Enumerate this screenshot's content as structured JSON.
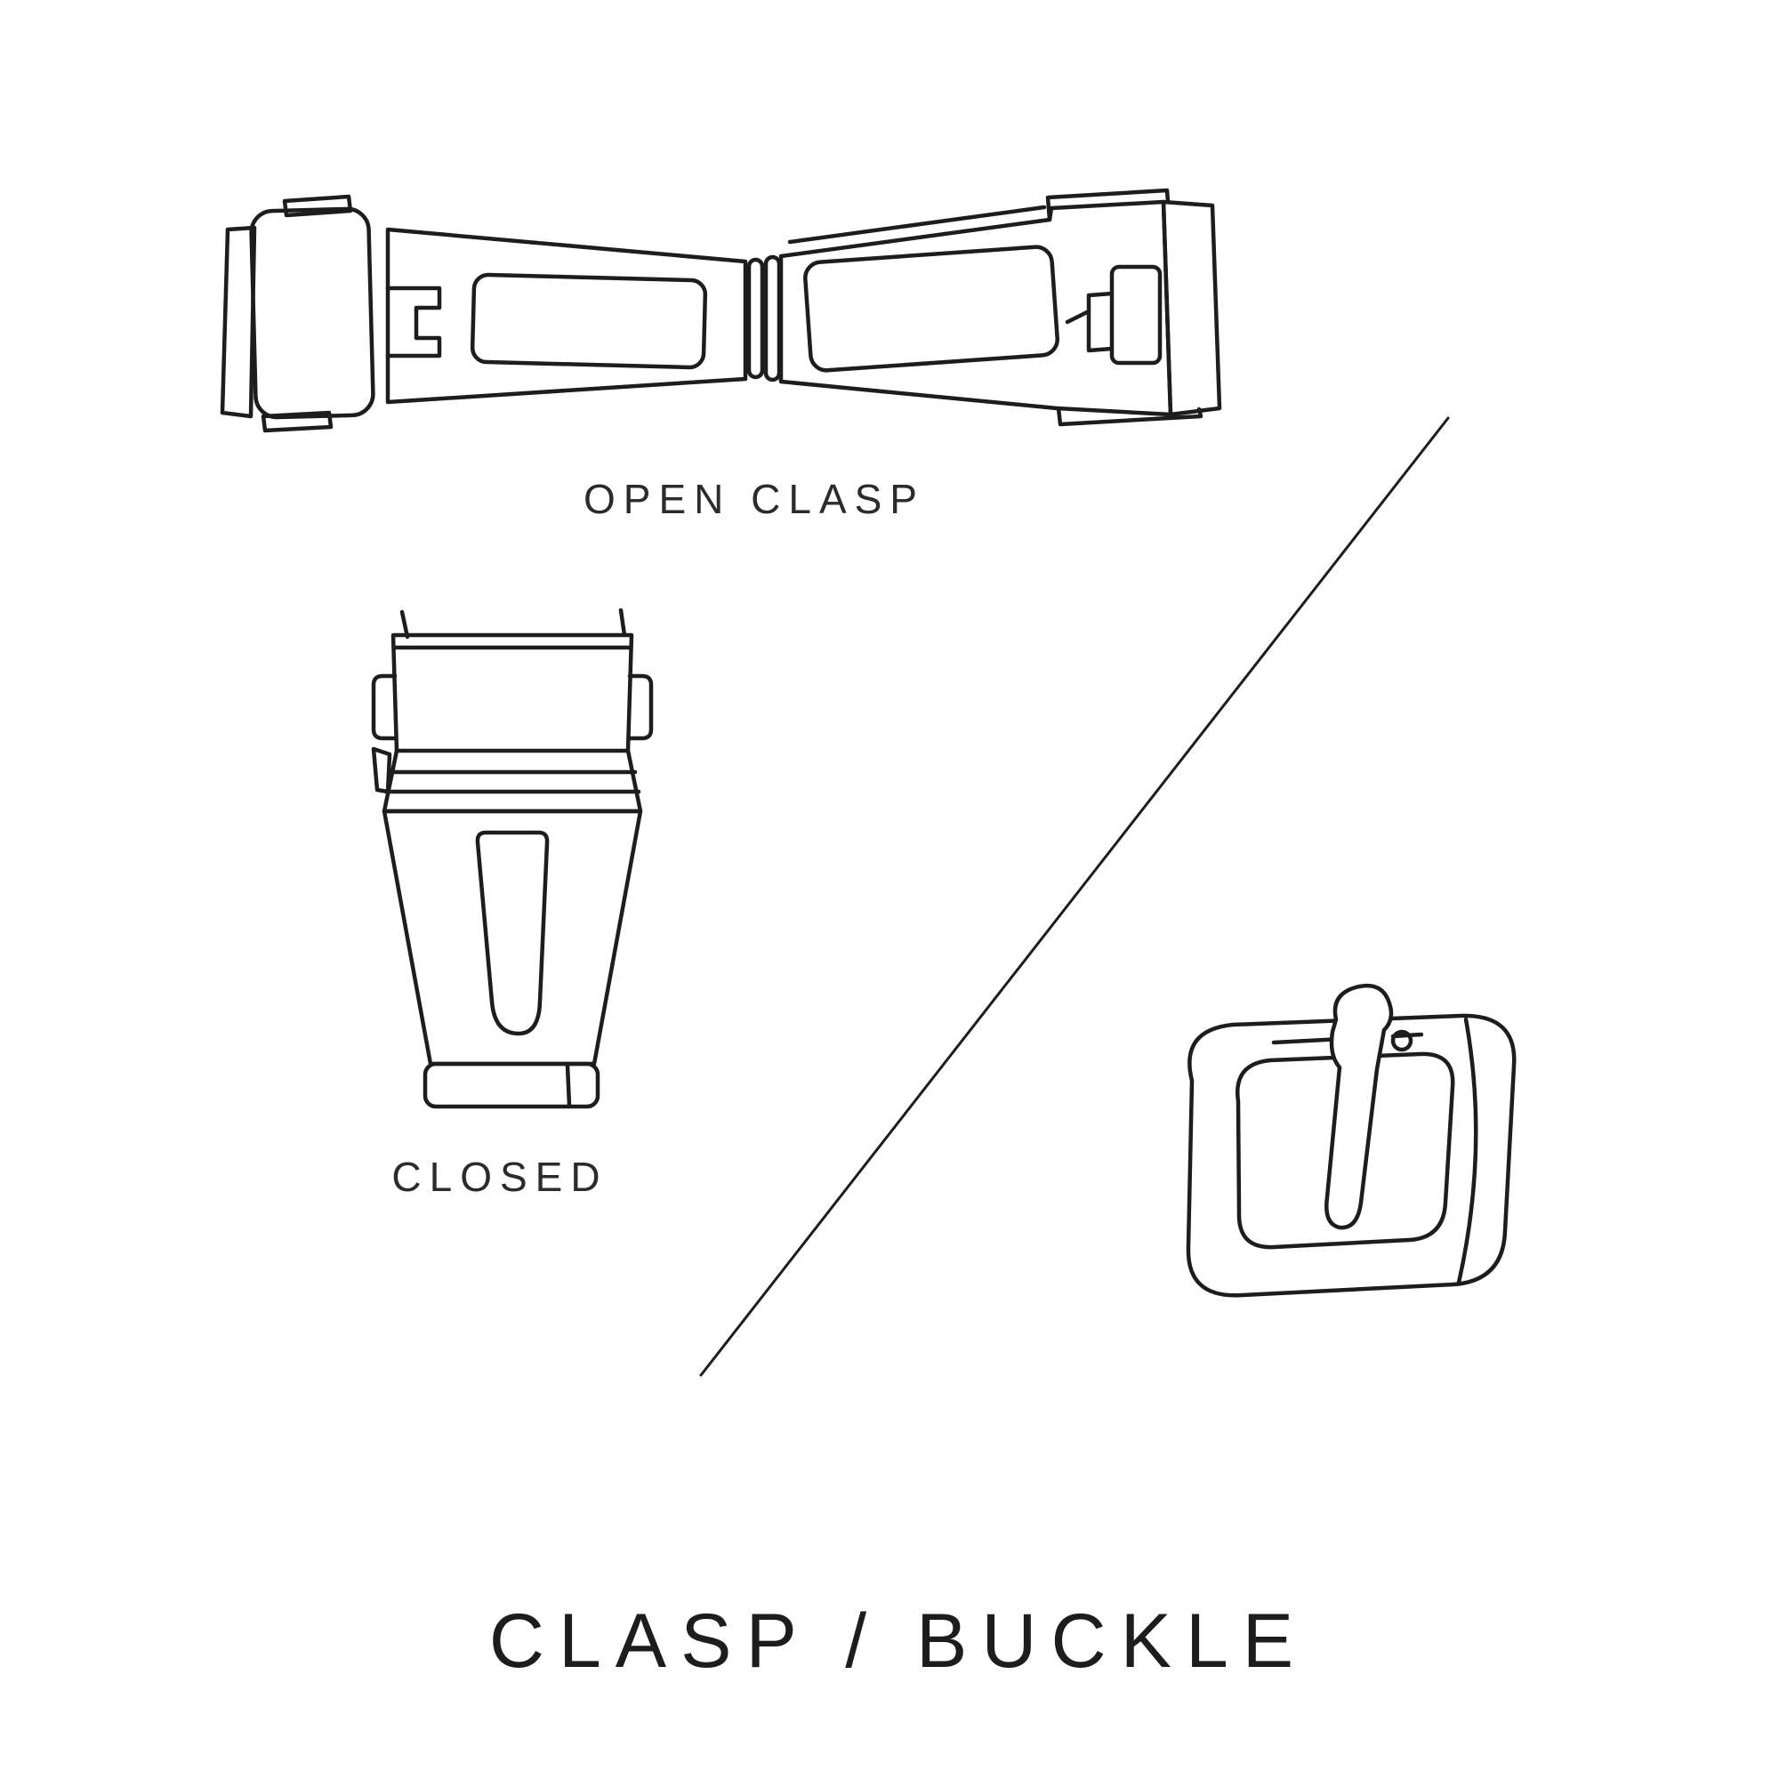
{
  "page": {
    "background_color": "#ffffff",
    "line_color": "#1d1d1b",
    "text_color": "#2b2b2b"
  },
  "labels": {
    "open_clasp": "OPEN CLASP",
    "closed": "CLOSED",
    "title": "CLASP / BUCKLE"
  },
  "illustrations": {
    "open_clasp": "open-clasp-illustration",
    "closed_clasp": "closed-clasp-illustration",
    "tang_buckle": "tang-buckle-illustration",
    "divider": "diagonal-divider-line"
  }
}
